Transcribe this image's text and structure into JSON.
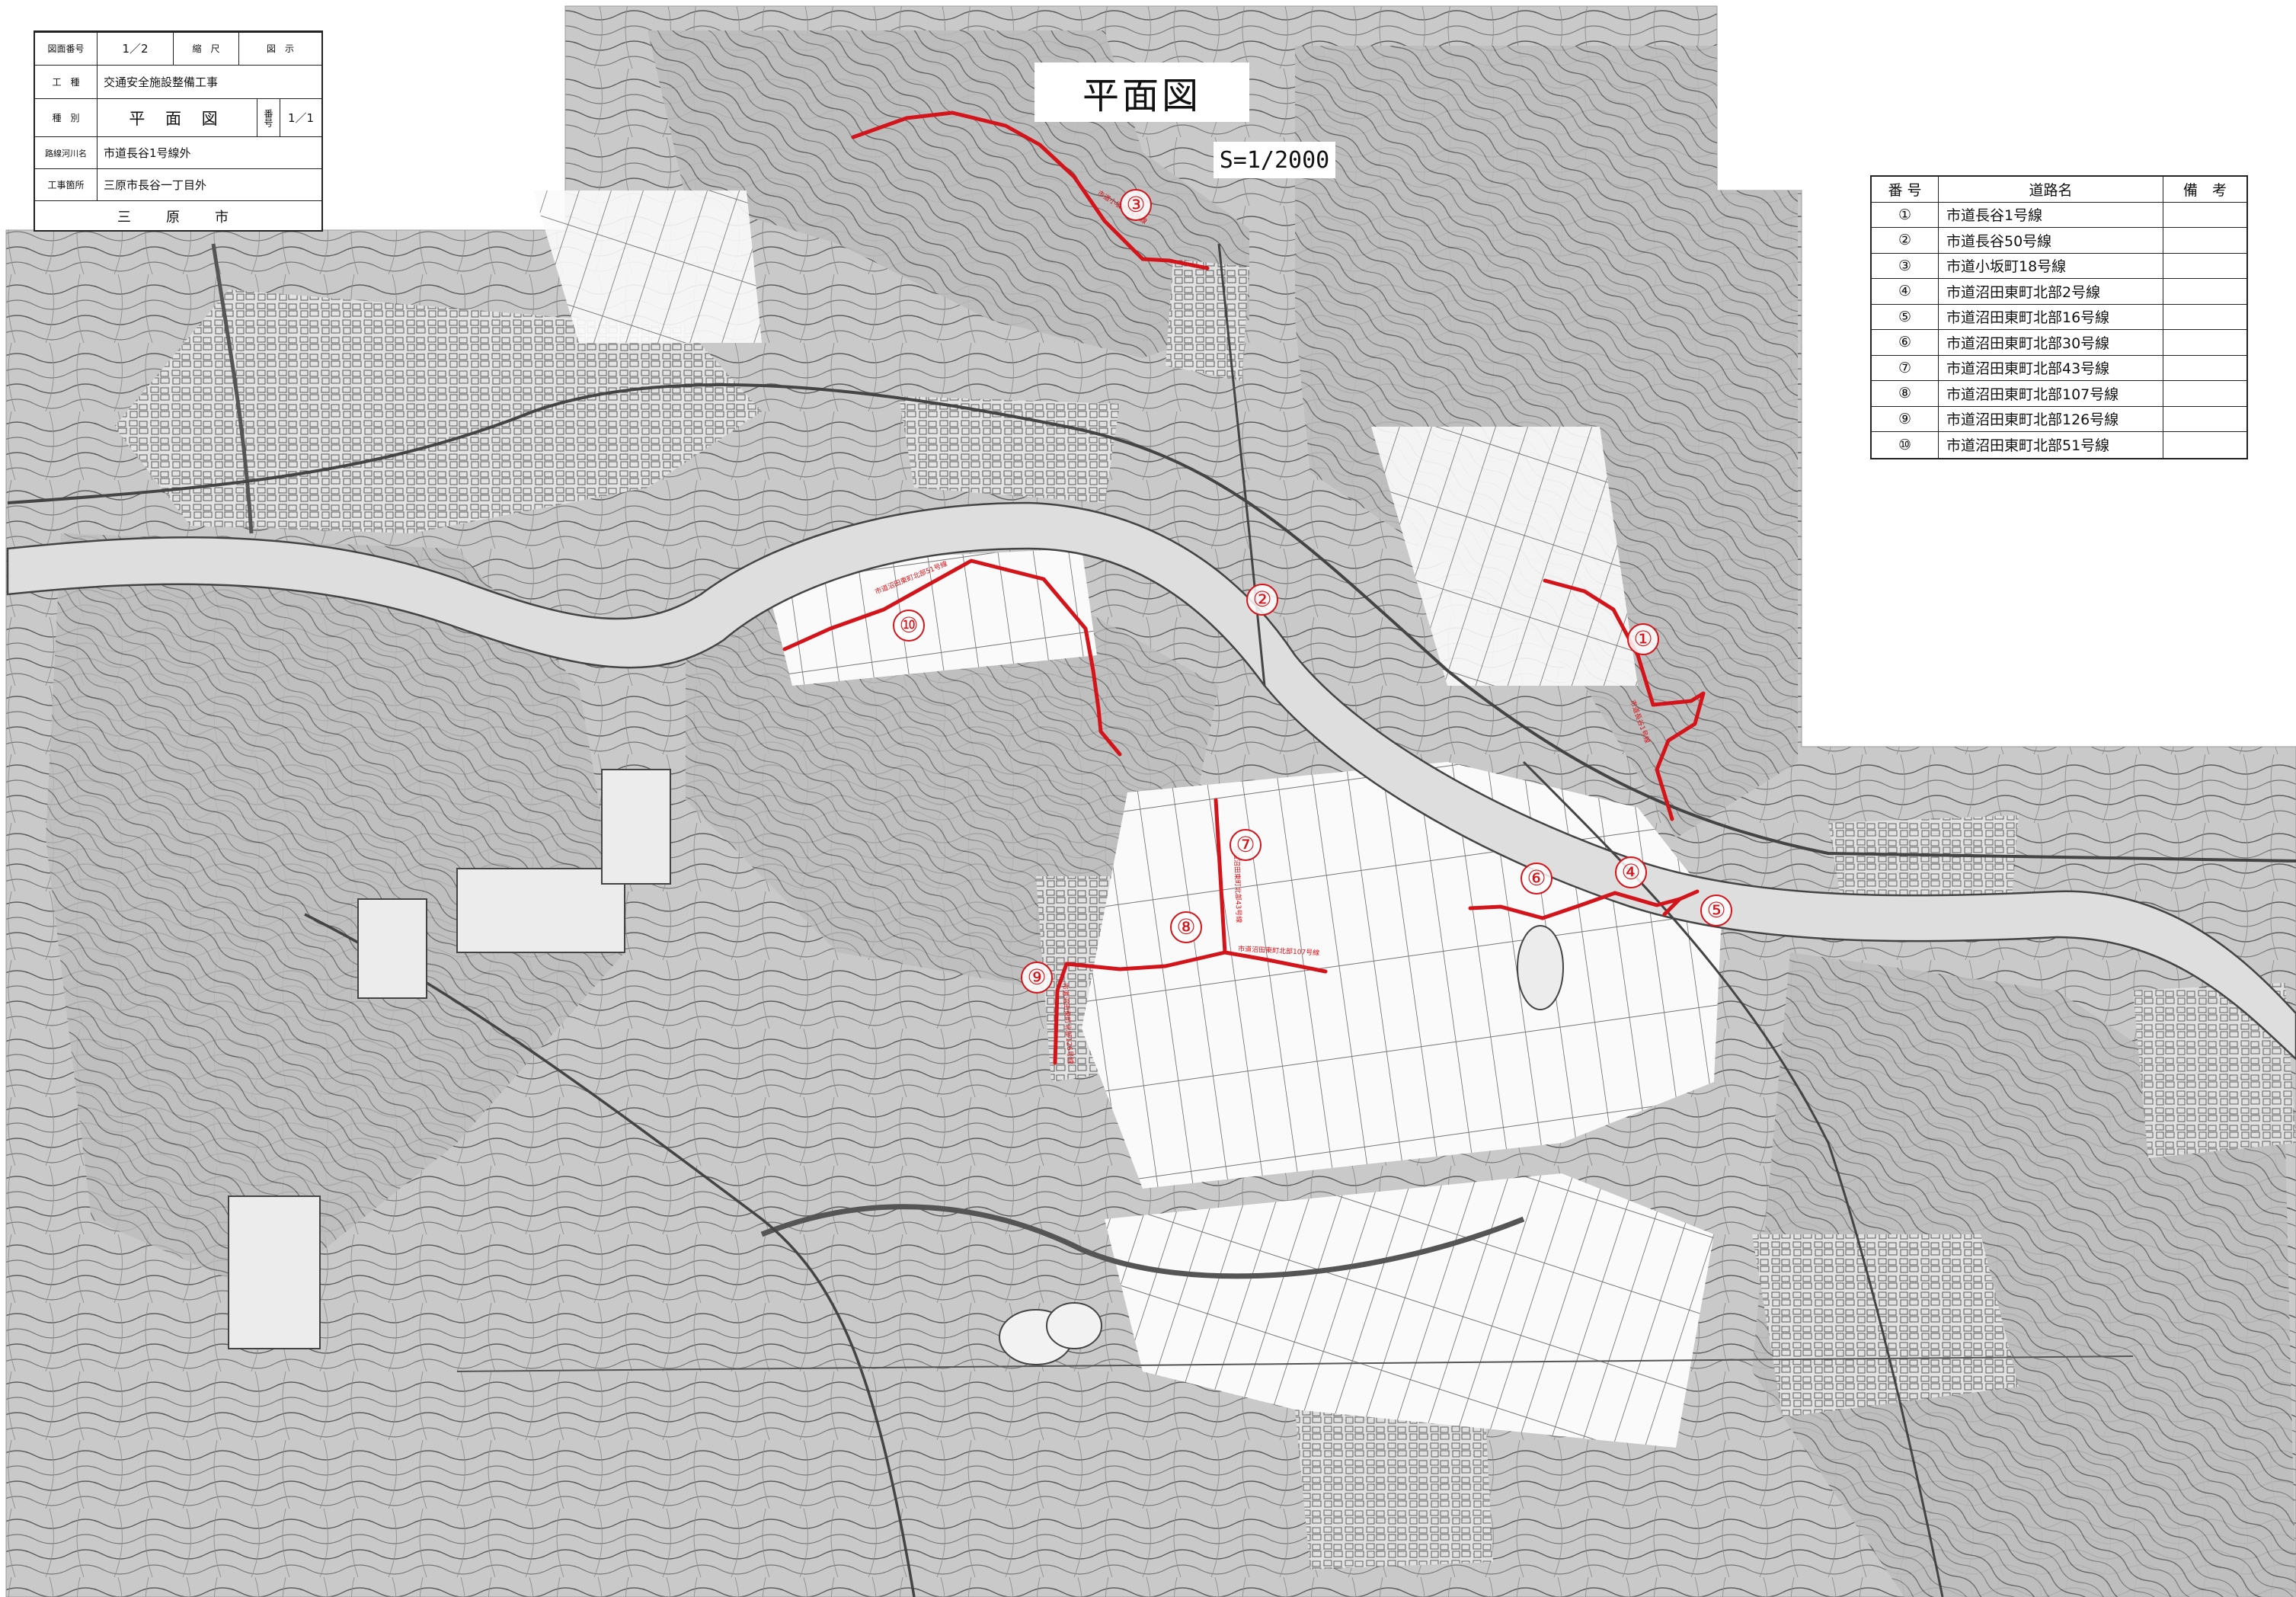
{
  "title_block": {
    "drawing_no_label": "図面番号",
    "drawing_no": "1／2",
    "scale_label": "縮　尺",
    "scale_value": "図　示",
    "work_name_label": "工　種",
    "work_name": "交通安全施設整備工事",
    "type_label": "種　別",
    "type_value": "平 面 図",
    "sheet_label": "番号",
    "sheet_value": "1／1",
    "route_label": "路線河川名",
    "route_value": "市道長谷1号線外",
    "location_label": "工事箇所",
    "location_value": "三原市長谷一丁目外",
    "client": "三　原　市"
  },
  "plan_title": "平面図",
  "scale": "S=1/2000",
  "legend": {
    "headers": {
      "number": "番 号",
      "road_name": "道路名",
      "remarks": "備　考"
    },
    "rows": [
      {
        "number": "①",
        "road_name": "市道長谷1号線",
        "remarks": ""
      },
      {
        "number": "②",
        "road_name": "市道長谷50号線",
        "remarks": ""
      },
      {
        "number": "③",
        "road_name": "市道小坂町18号線",
        "remarks": ""
      },
      {
        "number": "④",
        "road_name": "市道沼田東町北部2号線",
        "remarks": ""
      },
      {
        "number": "⑤",
        "road_name": "市道沼田東町北部16号線",
        "remarks": ""
      },
      {
        "number": "⑥",
        "road_name": "市道沼田東町北部30号線",
        "remarks": ""
      },
      {
        "number": "⑦",
        "road_name": "市道沼田東町北部43号線",
        "remarks": ""
      },
      {
        "number": "⑧",
        "road_name": "市道沼田東町北部107号線",
        "remarks": ""
      },
      {
        "number": "⑨",
        "road_name": "市道沼田東町北部126号線",
        "remarks": ""
      },
      {
        "number": "⑩",
        "road_name": "市道沼田東町北部51号線",
        "remarks": ""
      }
    ]
  },
  "markers": [
    "①",
    "②",
    "③",
    "④",
    "⑤",
    "⑥",
    "⑦",
    "⑧",
    "⑨",
    "⑩"
  ],
  "colors": {
    "route_red": "#d4141b",
    "terrain_gray": "#8a8a8a",
    "river_fill": "#dcdcdc",
    "line_dark": "#444444"
  }
}
